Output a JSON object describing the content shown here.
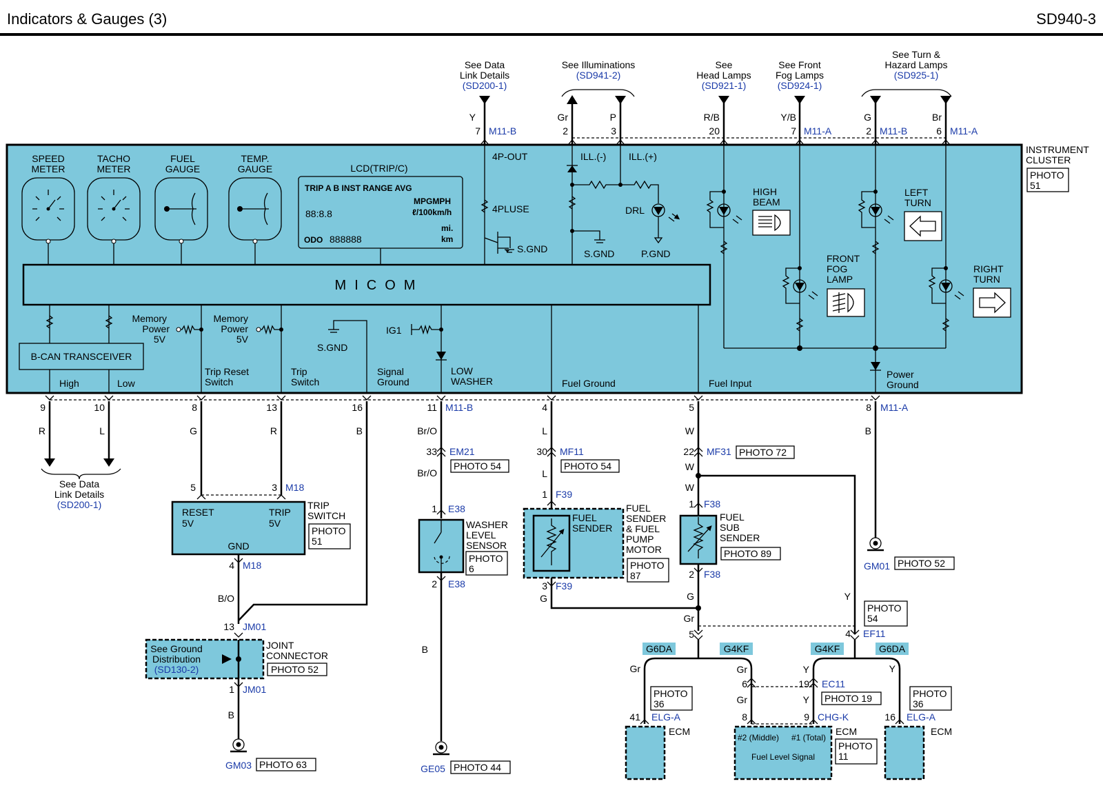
{
  "header": {
    "title": "Indicators & Gauges   (3)",
    "code": "SD940-3"
  },
  "top_refs": {
    "datalink": [
      "See Data",
      "Link Details",
      "(SD200-1)"
    ],
    "illum": [
      "See Illuminations",
      "(SD941-2)"
    ],
    "head": [
      "See",
      "Head Lamps",
      "(SD921-1)"
    ],
    "fog": [
      "See Front",
      "Fog Lamps",
      "(SD924-1)"
    ],
    "turn": [
      "See Turn &",
      "Hazard Lamps",
      "(SD925-1)"
    ]
  },
  "top_pins": [
    {
      "wire": "Y",
      "pin": "7",
      "conn": "M11-B"
    },
    {
      "wire": "Gr",
      "pin": "2",
      "conn": ""
    },
    {
      "wire": "P",
      "pin": "3",
      "conn": ""
    },
    {
      "wire": "R/B",
      "pin": "20",
      "conn": ""
    },
    {
      "wire": "Y/B",
      "pin": "7",
      "conn": "M11-A"
    },
    {
      "wire": "G",
      "pin": "2",
      "conn": "M11-B"
    },
    {
      "wire": "Br",
      "pin": "6",
      "conn": "M11-A"
    }
  ],
  "cluster": {
    "name": [
      "INSTRUMENT",
      "CLUSTER"
    ],
    "photo": [
      "PHOTO",
      "51"
    ],
    "gauges": [
      [
        "SPEED",
        "METER"
      ],
      [
        "TACHO",
        "METER"
      ],
      [
        "FUEL",
        "GAUGE"
      ],
      [
        "TEMP.",
        "GAUGE"
      ]
    ],
    "lcd_title": "LCD(TRIP/C)",
    "lcd_row1": "TRIP A B INST RANGE AVG",
    "lcd_units1": "MPGMPH",
    "lcd_units2": "ℓ/100km/h",
    "lcd_digits1": "88:8.8",
    "lcd_digits2": "888888",
    "lcd_odo": "ODO",
    "lcd_units3": "mi.",
    "lcd_units4": "km",
    "micom": "MICOM",
    "can": "B-CAN TRANSCEIVER",
    "mem1": [
      "Memory",
      "Power",
      "5V"
    ],
    "mem2": [
      "Memory",
      "Power",
      "5V"
    ],
    "sgnd": "S.GND",
    "ig1": "IG1",
    "p4out": "4P-OUT",
    "p4pluse": "4PLUSE",
    "ill_minus": "ILL.(-)",
    "ill_plus": "ILL.(+)",
    "drl": "DRL",
    "pgnd": "P.GND",
    "high_beam": [
      "HIGH",
      "BEAM"
    ],
    "left_turn": [
      "LEFT",
      "TURN"
    ],
    "right_turn": [
      "RIGHT",
      "TURN"
    ],
    "fog_lamp": [
      "FRONT",
      "FOG",
      "LAMP"
    ],
    "bottom": {
      "high": "High",
      "low": "Low",
      "trip_reset": [
        "Trip Reset",
        "Switch"
      ],
      "trip_switch": [
        "Trip",
        "Switch"
      ],
      "signal_ground": [
        "Signal",
        "Ground"
      ],
      "low_washer": [
        "LOW",
        "WASHER"
      ],
      "fuel_ground": "Fuel Ground",
      "fuel_input": "Fuel Input",
      "power_ground": [
        "Power",
        "Ground"
      ]
    }
  },
  "bottom_pins": [
    {
      "pin": "9",
      "wire": "R"
    },
    {
      "pin": "10",
      "wire": "L"
    },
    {
      "pin": "8",
      "wire": "G"
    },
    {
      "pin": "13",
      "wire": "R"
    },
    {
      "pin": "16",
      "wire": "B"
    },
    {
      "pin": "11",
      "wire": "Br/O",
      "conn": "M11-B"
    },
    {
      "pin": "4",
      "wire": "L"
    },
    {
      "pin": "5",
      "wire": "W"
    },
    {
      "pin": "8",
      "wire": "B",
      "conn": "M11-A"
    }
  ],
  "datalink_bottom": [
    "See Data",
    "Link Details",
    "(SD200-1)"
  ],
  "trip_switch": {
    "pin5": "5",
    "pin3": "3",
    "conn": "M18",
    "reset": [
      "RESET",
      "5V"
    ],
    "trip": [
      "TRIP",
      "5V"
    ],
    "gnd": "GND",
    "label": [
      "TRIP",
      "SWITCH"
    ],
    "photo": [
      "PHOTO",
      "51"
    ],
    "pin4": "4",
    "conn4": "M18",
    "wire": "B/O"
  },
  "joint": {
    "pin13": "13",
    "conn13": "JM01",
    "text": [
      "See Ground",
      "Distribution",
      "(SD130-2)"
    ],
    "label": [
      "JOINT",
      "CONNECTOR"
    ],
    "photo": "PHOTO 52",
    "pin1": "1",
    "conn1": "JM01",
    "wire": "B",
    "gnd": "GM03",
    "gnd_photo": "PHOTO 63"
  },
  "washer": {
    "em21_pin": "33",
    "em21": "EM21",
    "em21_photo": "PHOTO 54",
    "wire": "Br/O",
    "pin1": "1",
    "conn": "E38",
    "label": [
      "WASHER",
      "LEVEL",
      "SENSOR"
    ],
    "photo": [
      "PHOTO",
      "6"
    ],
    "pin2": "2",
    "conn2": "E38",
    "wire2": "B",
    "gnd": "GE05",
    "gnd_photo": "PHOTO 44"
  },
  "fuel_sender": {
    "mf11_pin": "30",
    "mf11": "MF11",
    "mf11_photo": "PHOTO 54",
    "wire": "L",
    "pin1": "1",
    "conn": "F39",
    "inner": [
      "FUEL",
      "SENDER"
    ],
    "label": [
      "FUEL",
      "SENDER",
      "& FUEL",
      "PUMP",
      "MOTOR"
    ],
    "photo": [
      "PHOTO",
      "87"
    ],
    "pin3": "3",
    "conn3": "F39",
    "wire3": "G"
  },
  "fuel_sub": {
    "mf31_pin": "22",
    "mf31": "MF31",
    "mf31_photo": "PHOTO 72",
    "wire": "W",
    "wire2": "W",
    "wire3": "W",
    "pin1": "1",
    "conn": "F38",
    "label": [
      "FUEL",
      "SUB",
      "SENDER"
    ],
    "photo": "PHOTO 89",
    "pin2": "2",
    "conn2": "F38",
    "wire4": "G"
  },
  "power_ground": {
    "wire": "B",
    "gnd": "GM01",
    "photo": "PHOTO 52"
  },
  "ef11": {
    "pin5": "5",
    "pin4": "4",
    "conn": "EF11",
    "wire_gr": "Gr",
    "wire_y": "Y",
    "photo": [
      "PHOTO",
      "54"
    ]
  },
  "ecm": {
    "tags": [
      "G6DA",
      "G4KF",
      "G4KF",
      "G6DA"
    ],
    "left": {
      "wire": "Gr",
      "photo": [
        "PHOTO",
        "36"
      ],
      "pin": "41",
      "conn": "ELG-A",
      "label": "ECM"
    },
    "mid": {
      "wire_gr": "Gr",
      "wire_y": "Y",
      "pin6": "6",
      "pin19": "19",
      "ec11": "EC11",
      "ec11_photo": "PHOTO 19",
      "pin8": "8",
      "pin9": "9",
      "chgk": "CHG-K",
      "label": "ECM",
      "photo": [
        "PHOTO",
        "11"
      ],
      "sig1": "#2 (Middle)",
      "sig2": "#1 (Total)",
      "sig3": "Fuel Level Signal"
    },
    "right": {
      "wire": "Y",
      "photo": [
        "PHOTO",
        "36"
      ],
      "pin": "16",
      "conn": "ELG-A",
      "label": "ECM"
    }
  }
}
